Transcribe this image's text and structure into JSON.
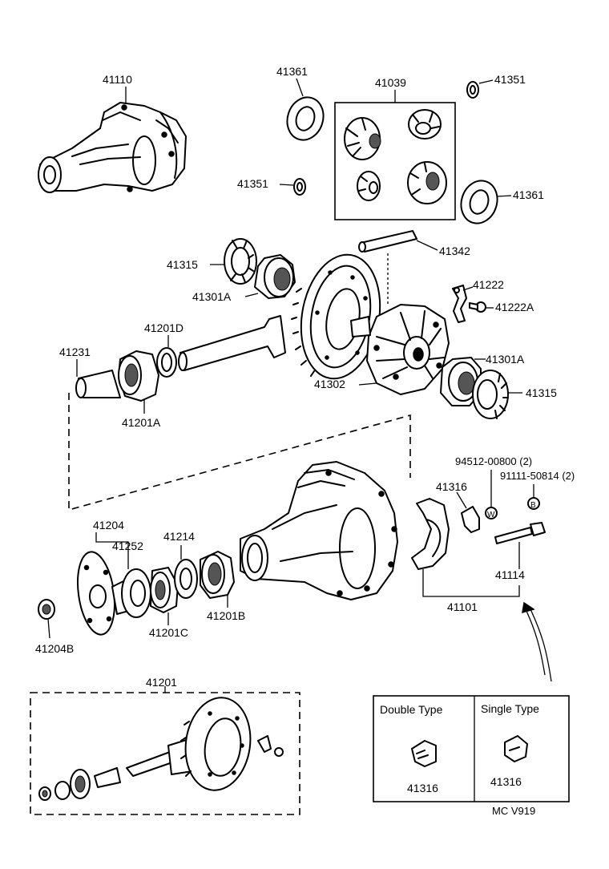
{
  "labels": {
    "p41110": "41110",
    "p41361_top": "41361",
    "p41039": "41039",
    "p41351_top": "41351",
    "p41351_mid": "41351",
    "p41361_mid": "41361",
    "p41342": "41342",
    "p41315_left": "41315",
    "p41301A_left": "41301A",
    "p41222": "41222",
    "p41222A": "41222A",
    "p41201D": "41201D",
    "p41231": "41231",
    "p41301A_right": "41301A",
    "p41302": "41302",
    "p41315_right": "41315",
    "p41201A": "41201A",
    "p94512": "94512-00800 (2)",
    "p91111": "91111-50814 (2)",
    "p41316": "41316",
    "p41204": "41204",
    "p41252": "41252",
    "p41214": "41214",
    "p41114": "41114",
    "p41101": "41101",
    "p41201C": "41201C",
    "p41201B": "41201B",
    "p41204B": "41204B",
    "p41201": "41201"
  },
  "symbols": {
    "washer_mark": "W",
    "bolt_mark": "B"
  },
  "type_box": {
    "double_label": "Double Type",
    "single_label": "Single Type",
    "double_part": "41316",
    "single_part": "41316"
  },
  "footer_code": "MC  V919"
}
